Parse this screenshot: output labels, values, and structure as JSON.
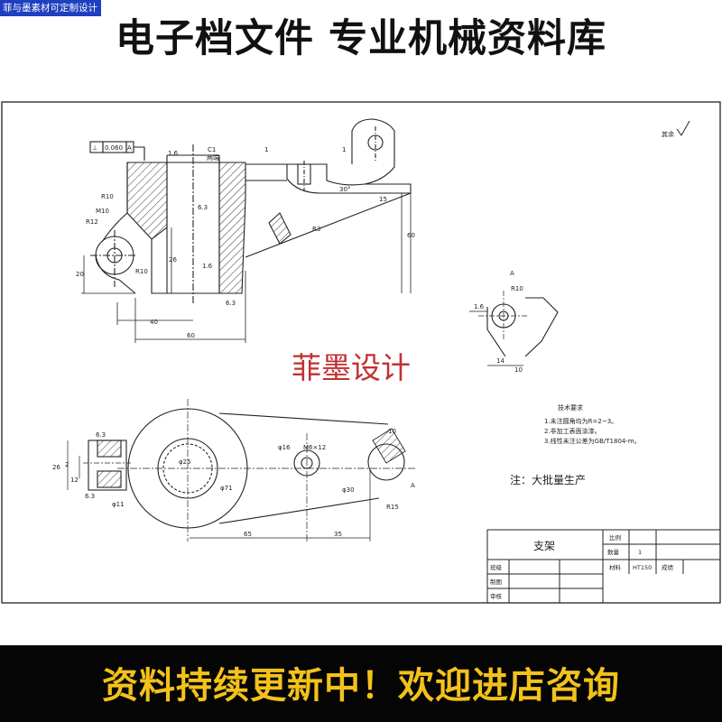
{
  "corner_tag": "菲与墨素材可定制设计",
  "top_banner": "电子档文件  专业机械资料库",
  "bottom_banner": "资料持续更新中！欢迎进店咨询",
  "watermark": "菲墨设计",
  "note": "注：大批量生产",
  "roughness_corner": "其余",
  "tech": {
    "heading": "技术要求",
    "items": [
      "1.未注圆角均为R=2~3。",
      "2.非加工表面涂漆。",
      "3.线性未注公差为GB/T1804-m。"
    ]
  },
  "title_block": {
    "part_name": "支架",
    "scale_label": "比例",
    "qty_label": "数量",
    "qty_value": "1",
    "material_label": "材料",
    "material_value": "HT150",
    "score_label": "成绩",
    "class_label": "班级",
    "drawer_label": "制图",
    "checker_label": "审核"
  },
  "dims": {
    "gtol_sym": "⊥",
    "gtol_val": "0.060",
    "gtol_datum": "A",
    "r10a": "R10",
    "r12": "R12",
    "m10": "M10",
    "r10b": "R10",
    "h20": "20",
    "w40": "40",
    "w60": "60",
    "h60": "60",
    "w15": "15",
    "r3": "R3",
    "c1": "C1",
    "both_ends": "两端",
    "ra16a": "1.6",
    "ra63a": "6.3",
    "ra16b": "1.6",
    "ra63b": "6.3",
    "one_a": "1",
    "one_b": "1",
    "h26": "26",
    "ang30": "30°",
    "phi25": "φ25",
    "d14": "14",
    "d10": "10",
    "r10c": "R10",
    "ra16c": "1.6",
    "phi16": "φ16",
    "m6": "M6×12",
    "phi30": "φ30",
    "phi71": "φ71",
    "d65": "65",
    "d35": "35",
    "r15": "R15",
    "d10b": "10",
    "d26": "26",
    "d12": "12",
    "d2": "2",
    "phi11": "φ11",
    "ra63c": "6.3",
    "ra63d": "6.3",
    "lblA": "A",
    "lblA2": "A"
  }
}
